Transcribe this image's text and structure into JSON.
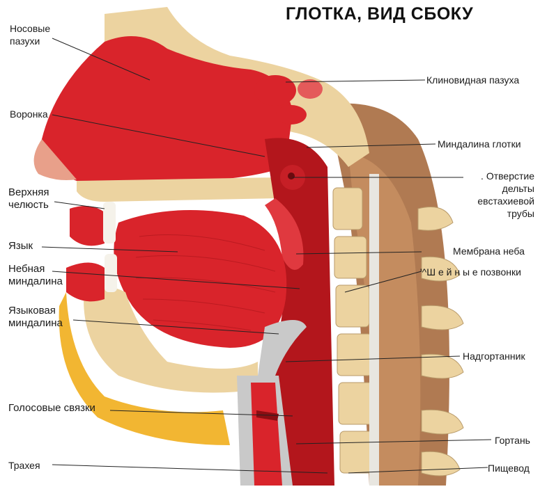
{
  "title": "ГЛОТКА, ВИД СБОКУ",
  "labels": {
    "nasal_sinuses": "Носовые\nпазухи",
    "funnel": "Воронка",
    "upper_jaw": "Верхняя\nчелюсть",
    "tongue": "Язык",
    "palatine_tonsil": "Небная\nминдалина",
    "lingual_tonsil": "Языковая\nминдалина",
    "vocal_cords": "Голосовые связки",
    "trachea": "Трахея",
    "sphenoid_sinus": "Клиновидная пазуха",
    "pharyngeal_tonsil": "Миндалина глотки",
    "eustachian_opening": ". Отверстие\nдельты\nевстахиевой\nтрубы",
    "palate_membrane": "Мембрана неба",
    "cervical_vertebrae": "'^Ш е й н ы е  позвонки",
    "epiglottis": "Надгортанник",
    "larynx": "Гортань",
    "esophagus": "Пищевод"
  },
  "colors": {
    "muscle": "#d9242b",
    "muscle_dark": "#b3161c",
    "bone": "#ecd3a0",
    "skin": "#b07a52",
    "cartilage": "#c9c9c9",
    "fat": "#f2b632"
  }
}
